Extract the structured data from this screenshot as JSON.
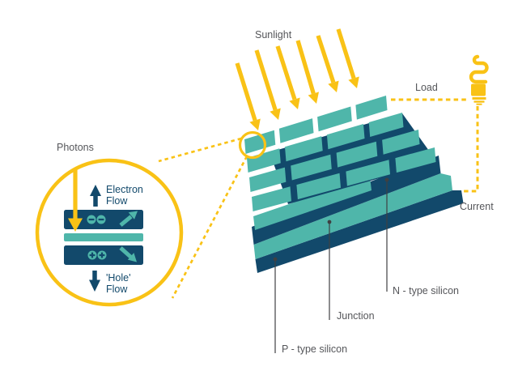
{
  "palette": {
    "teal": "#4FB6AA",
    "navy": "#12496B",
    "yellow": "#F9C216",
    "gray": "#55565A",
    "leader": "#3F4042",
    "bg": "#FFFFFF"
  },
  "labels": {
    "sunlight": "Sunlight",
    "load": "Load",
    "current": "Current",
    "photons": "Photons",
    "n_type": "N - type silicon",
    "junction": "Junction",
    "p_type": "P - type silicon"
  },
  "inset": {
    "electron_line1": "Electron",
    "electron_line2": "Flow",
    "hole_line1": "'Hole'",
    "hole_line2": "Flow"
  },
  "icons": {
    "load_bulb": "cfl-bulb-icon",
    "sun_rays": "sunlight-arrow-icon",
    "magnifier": "magnifier-circle-icon",
    "minus_charge": "minus-charge-icon",
    "plus_charge": "plus-charge-icon"
  }
}
